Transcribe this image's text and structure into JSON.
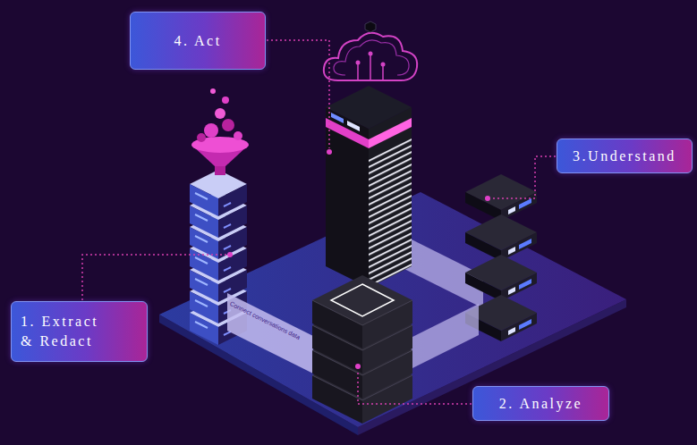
{
  "diagram": {
    "nodes": [
      {
        "text": [
          "4. Act"
        ]
      },
      {
        "text": [
          "3.Understand"
        ]
      },
      {
        "text": [
          "1. Extract & Redact"
        ]
      },
      {
        "text": [
          "2. Analyze"
        ]
      }
    ],
    "labels": [
      "Connect conversations data"
    ]
  }
}
